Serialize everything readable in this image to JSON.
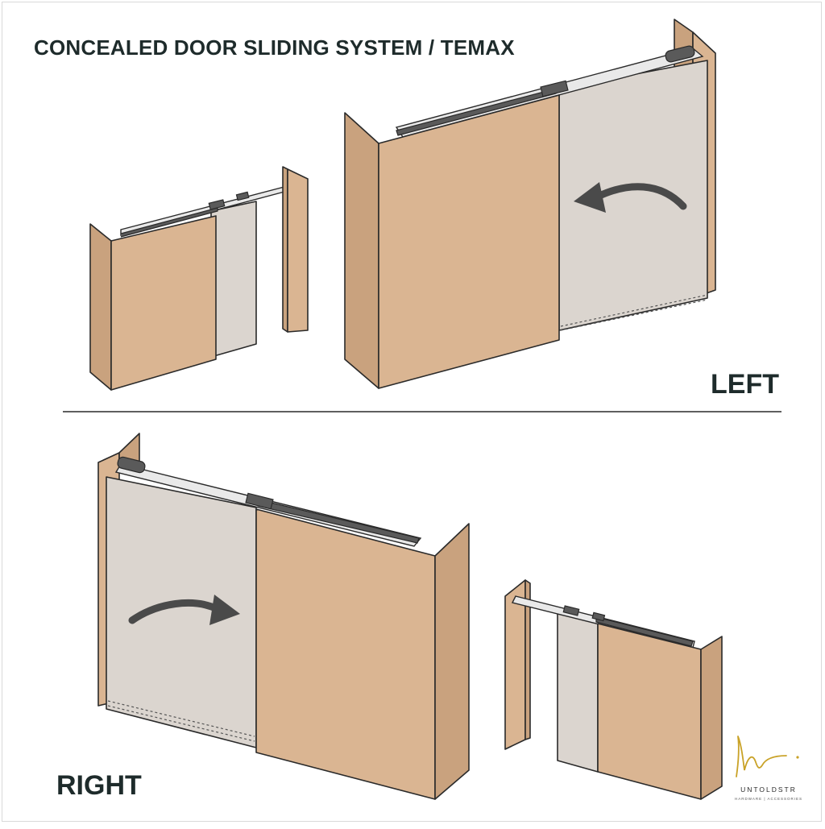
{
  "title": "CONCEALED DOOR SLIDING SYSTEM / TEMAX",
  "labels": {
    "left": "LEFT",
    "right": "RIGHT"
  },
  "brand": {
    "name": "UNTOLDSTR",
    "tagline": "HARDWARE | ACCESSORIES",
    "accent_color": "#c9a227"
  },
  "colors": {
    "wood": "#dab592",
    "panel": "#dbd5cf",
    "outline": "#2a2a2a",
    "arrow": "#4a4a4a",
    "text": "#1e2b2b"
  },
  "icons": [
    "arrow-left-curved-icon",
    "arrow-right-curved-icon",
    "untoldstr-logo-icon"
  ]
}
